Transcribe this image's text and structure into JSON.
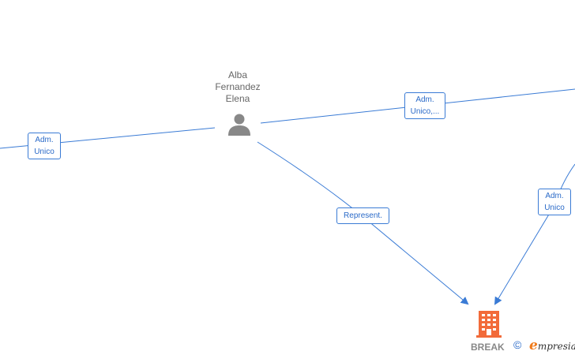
{
  "nodes": {
    "person": {
      "name_line1": "Alba",
      "name_line2": "Fernandez",
      "name_line3": "Elena",
      "icon": "person-icon"
    },
    "company": {
      "name": "BREAK",
      "icon": "building-icon",
      "color": "#f26b3a"
    }
  },
  "edges": {
    "left_label_line1": "Adm.",
    "left_label_line2": "Unico",
    "top_right_label_line1": "Adm.",
    "top_right_label_line2": "Unico,...",
    "represent_label": "Represent.",
    "right_label_line1": "Adm.",
    "right_label_line2": "Unico"
  },
  "footer": {
    "copyright_symbol": "©",
    "brand_initial": "e",
    "brand_rest": "mpresia"
  },
  "colors": {
    "edge": "#3a7bd5",
    "person_icon": "#888888",
    "company_icon": "#f26b3a"
  }
}
